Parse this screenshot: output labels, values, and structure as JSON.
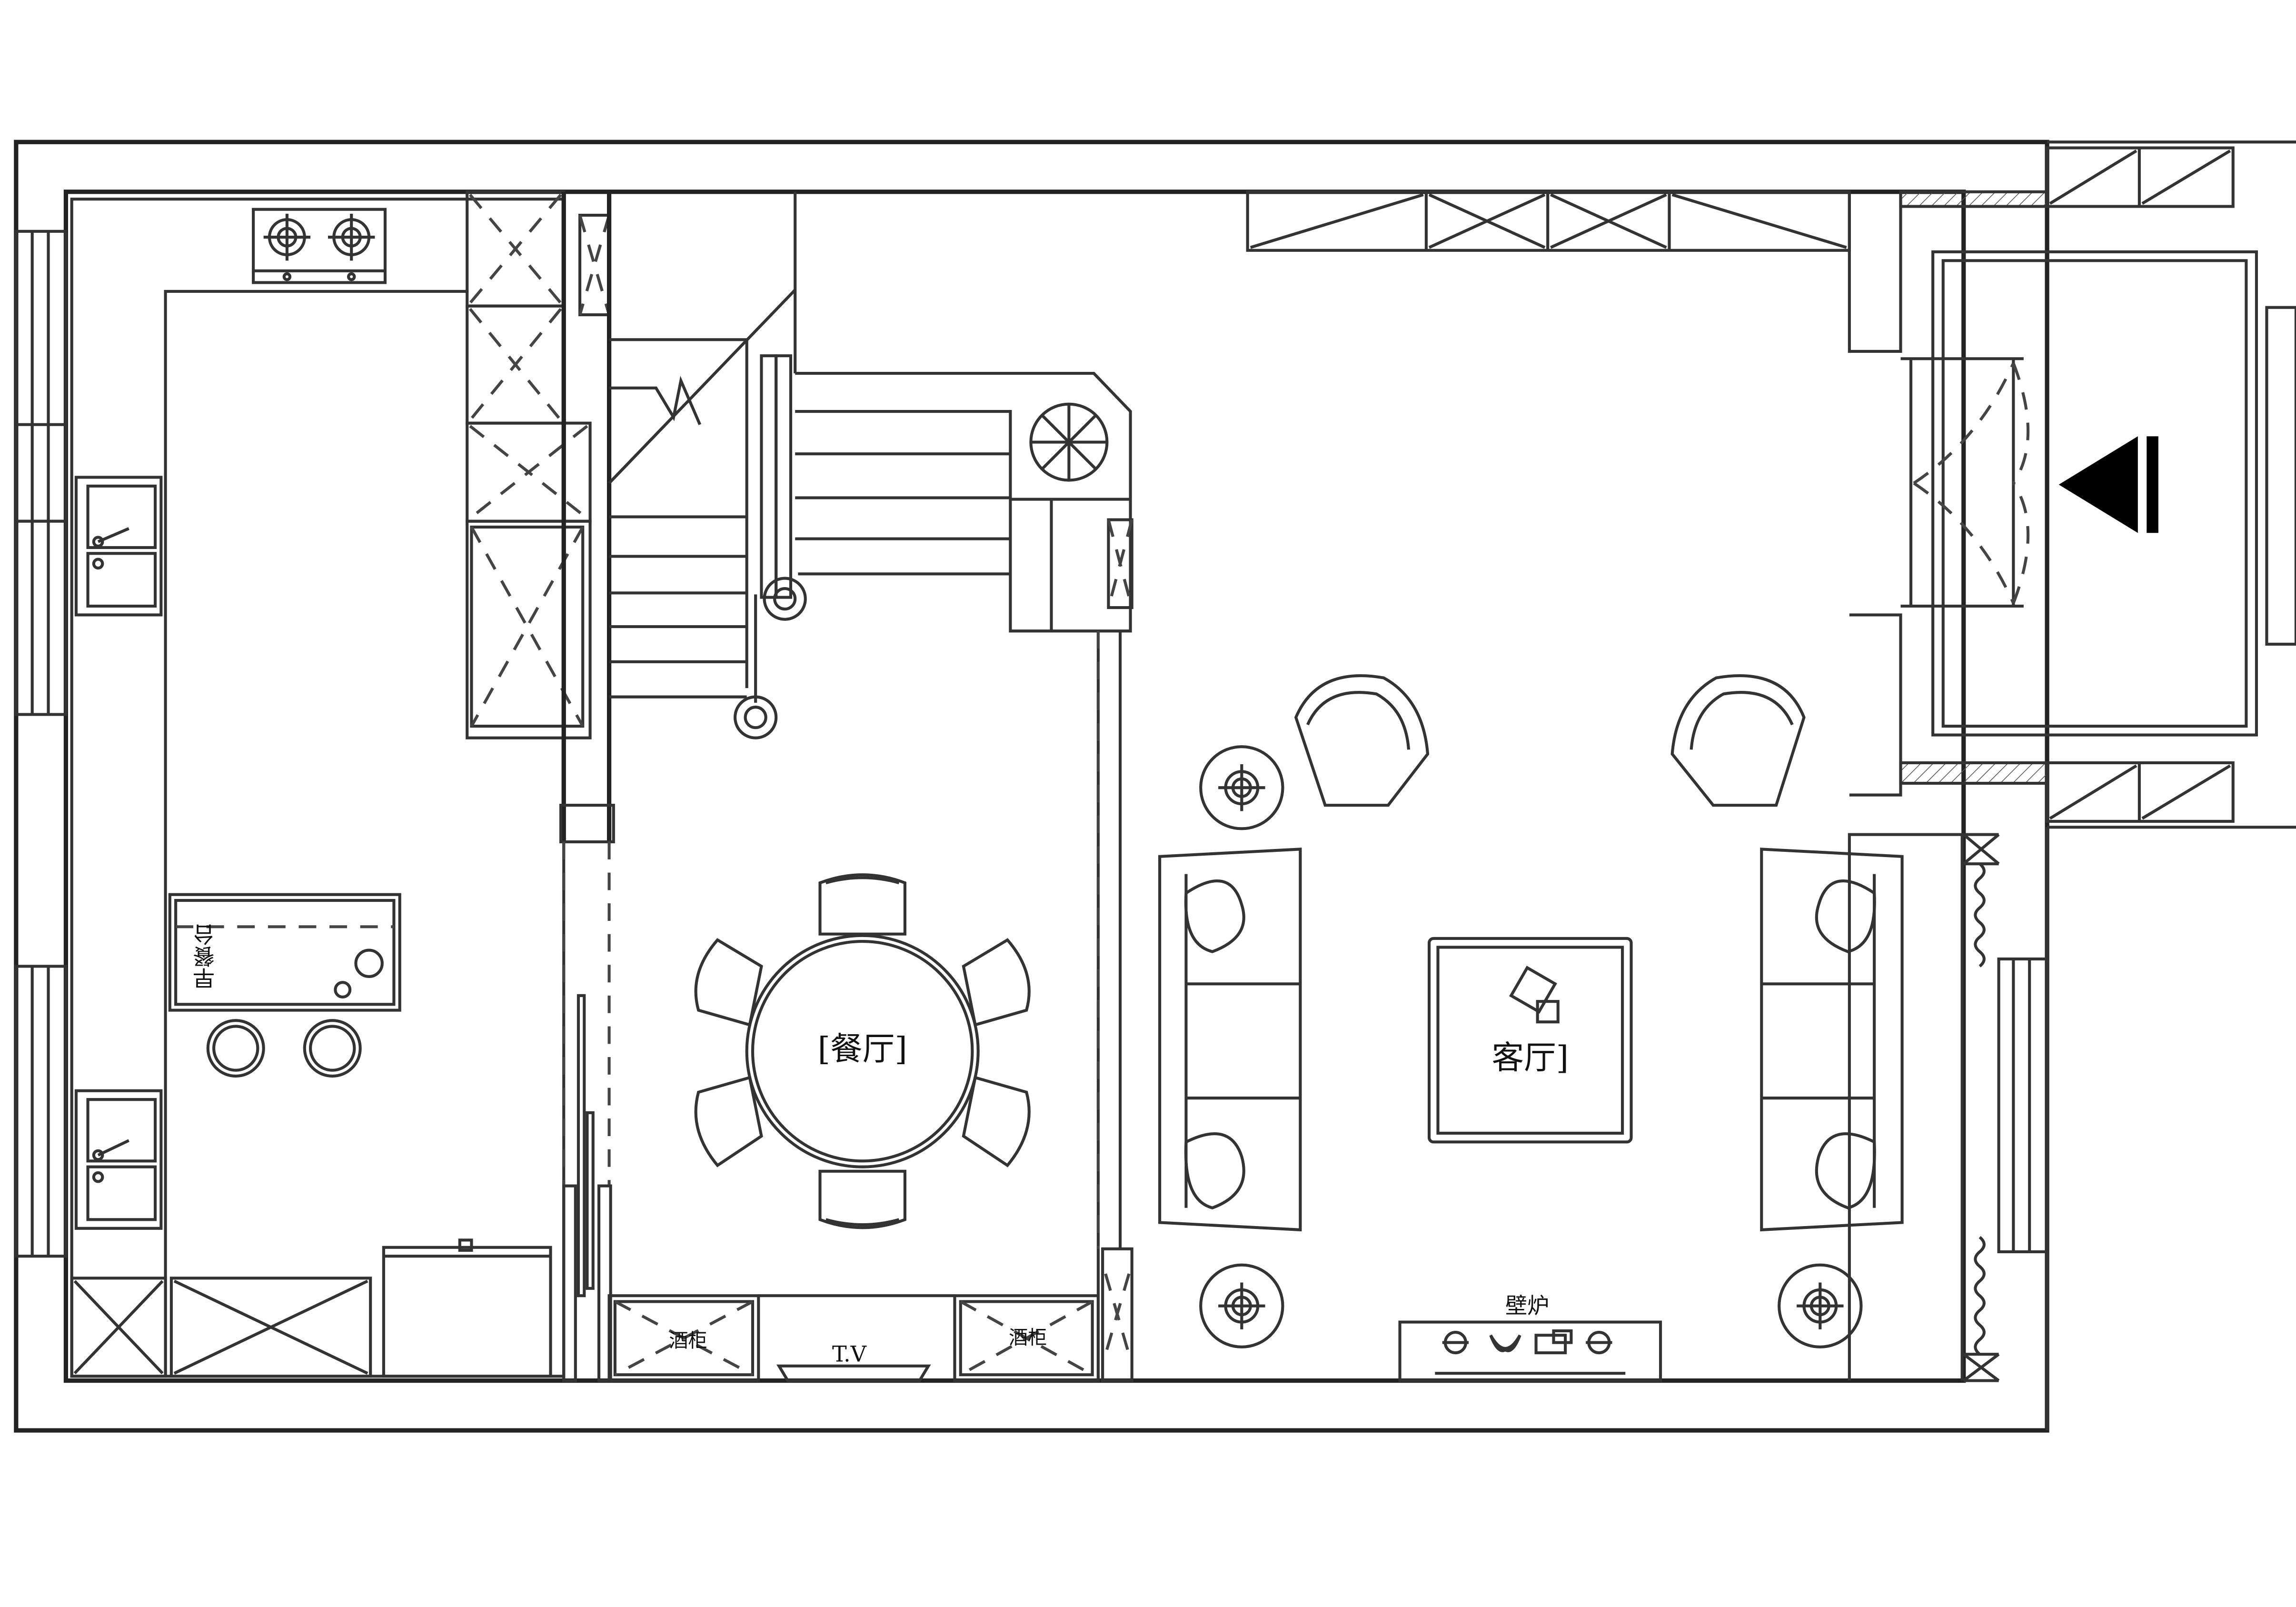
{
  "labels": {
    "dining_room": "[餐厅]",
    "living_room": "客厅]",
    "breakfast_bar": "早餐台",
    "wine_cabinet_left": "酒柜",
    "wine_cabinet_right": "酒柜",
    "tv": "T.V",
    "fireplace": "壁炉"
  },
  "colors": {
    "line": "#222222",
    "background": "#ffffff"
  }
}
